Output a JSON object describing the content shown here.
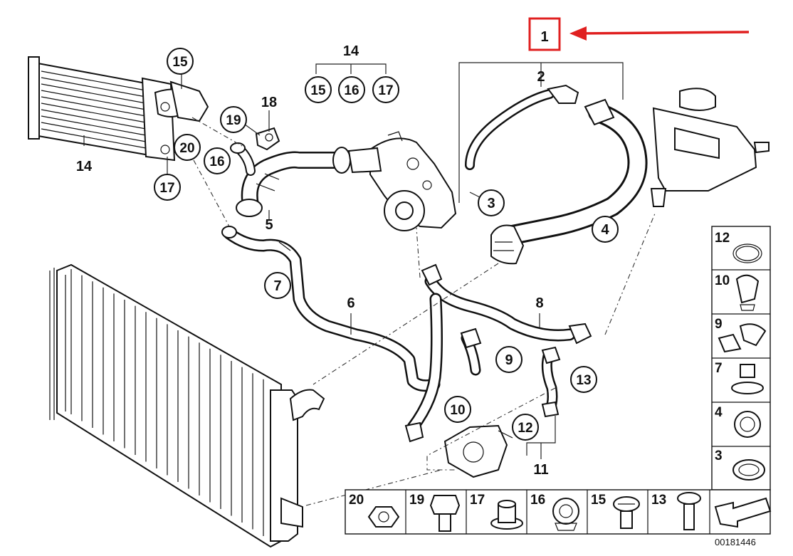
{
  "highlight": {
    "label": "1",
    "color": "#e02020"
  },
  "assembly_tree": {
    "main_label": "2",
    "branch_14_label": "14",
    "branch_14_children": [
      "15",
      "16",
      "17"
    ],
    "branch_11_label": "11"
  },
  "part_callouts": {
    "c3": "3",
    "c4": "4",
    "c5": "5",
    "c6": "6",
    "c7": "7",
    "c8": "8",
    "c9": "9",
    "c10": "10",
    "c12": "12",
    "c13": "13",
    "oil_cooler_14": "14",
    "c15": "15",
    "c16": "16",
    "c17": "17",
    "c18": "18",
    "c19": "19",
    "c20": "20"
  },
  "side_legend": [
    "12",
    "10",
    "9",
    "7",
    "4",
    "3"
  ],
  "bottom_legend": [
    "20",
    "19",
    "17",
    "16",
    "15",
    "13"
  ],
  "doc_number": "00181446"
}
